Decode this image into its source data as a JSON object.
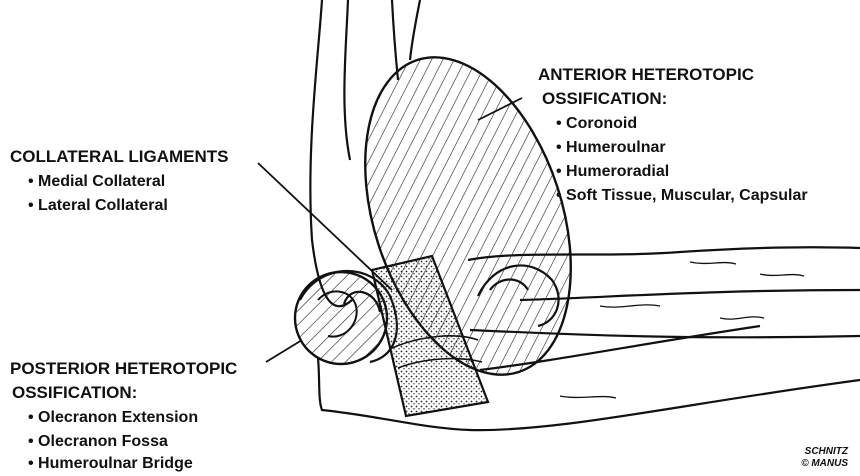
{
  "anterior": {
    "title_line1": "ANTERIOR HETEROTOPIC",
    "title_line2": "OSSIFICATION:",
    "items": [
      "• Coronoid",
      "• Humeroulnar",
      "• Humeroradial",
      "• Soft Tissue, Muscular, Capsular"
    ]
  },
  "collateral": {
    "title": "COLLATERAL LIGAMENTS",
    "items": [
      "• Medial Collateral",
      "• Lateral Collateral"
    ]
  },
  "posterior": {
    "title_line1": "POSTERIOR HETEROTOPIC",
    "title_line2": "OSSIFICATION:",
    "items": [
      "• Olecranon Extension",
      "• Olecranon Fossa",
      "• Humeroulnar Bridge"
    ]
  },
  "signature": {
    "line1": "SCHNITZ",
    "line2": "© MANUS"
  }
}
